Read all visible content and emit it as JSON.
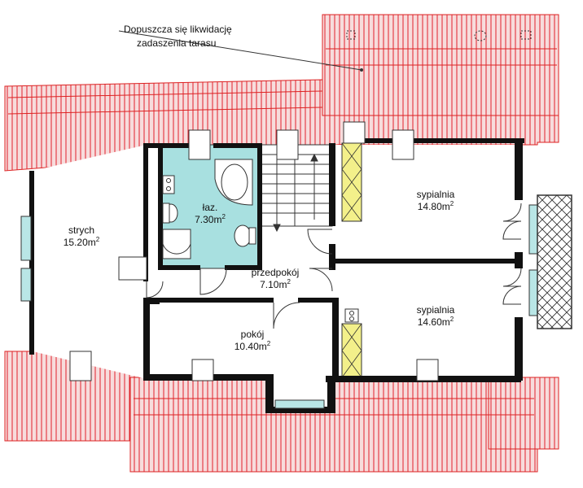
{
  "note": {
    "line1": "Dopuszcza się likwidację",
    "line2": "zadaszenia tarasu"
  },
  "rooms": [
    {
      "id": "strych",
      "name": "strych",
      "area": "15.20",
      "unit": "m",
      "unit_sup": "2"
    },
    {
      "id": "lazienka",
      "name": "łaz.",
      "area": "7.30",
      "unit": "m",
      "unit_sup": "2"
    },
    {
      "id": "przedpokoj",
      "name": "przedpokój",
      "area": "7.10",
      "unit": "m",
      "unit_sup": "2"
    },
    {
      "id": "pokoj",
      "name": "pokój",
      "area": "10.40",
      "unit": "m",
      "unit_sup": "2"
    },
    {
      "id": "sypialnia-1",
      "name": "sypialnia",
      "area": "14.80",
      "unit": "m",
      "unit_sup": "2"
    },
    {
      "id": "sypialnia-2",
      "name": "sypialnia",
      "area": "14.60",
      "unit": "m",
      "unit_sup": "2"
    }
  ],
  "colors": {
    "roof_fill": "#f6d6d6",
    "roof_stripe": "#e0202b",
    "wall": "#111111",
    "bathroom": "#a8e0e0",
    "chimney": "#f3f08a",
    "window_glass": "#b9e6e6",
    "balcony_hatch": "#333333"
  }
}
